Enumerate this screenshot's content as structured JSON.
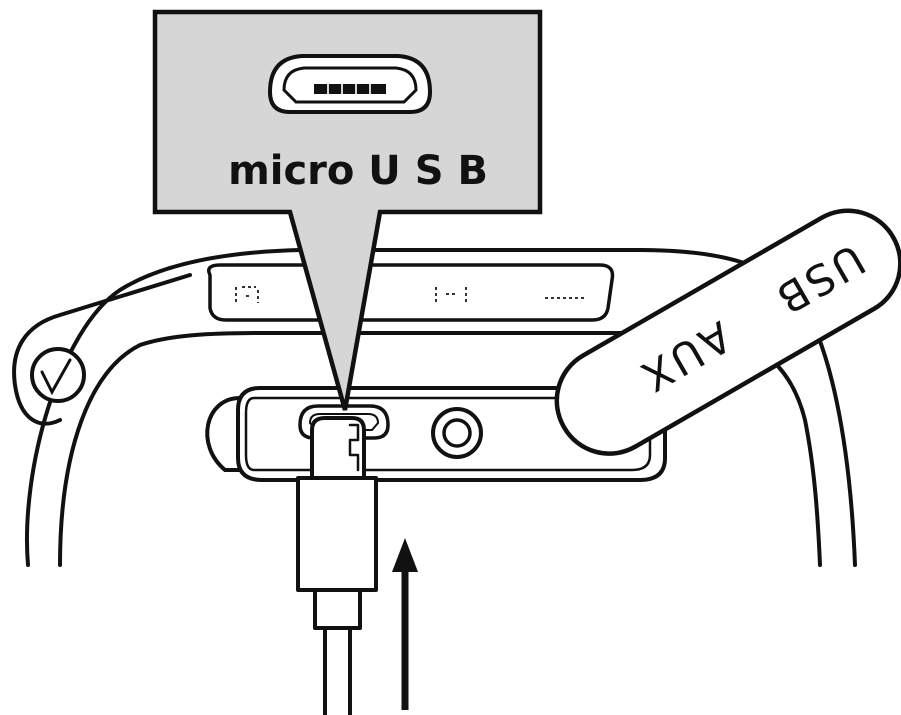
{
  "callout": {
    "label": "micro U S B",
    "icon": "micro-usb-port-icon"
  },
  "flap": {
    "label_usb": "USB",
    "label_aux": "AUX"
  },
  "display": {
    "segments": [
      "⁚⁝",
      "-",
      "|·|",
      "····"
    ]
  },
  "colors": {
    "callout_fill": "#d6d6d6",
    "outline": "#111111",
    "background": "#ffffff"
  }
}
